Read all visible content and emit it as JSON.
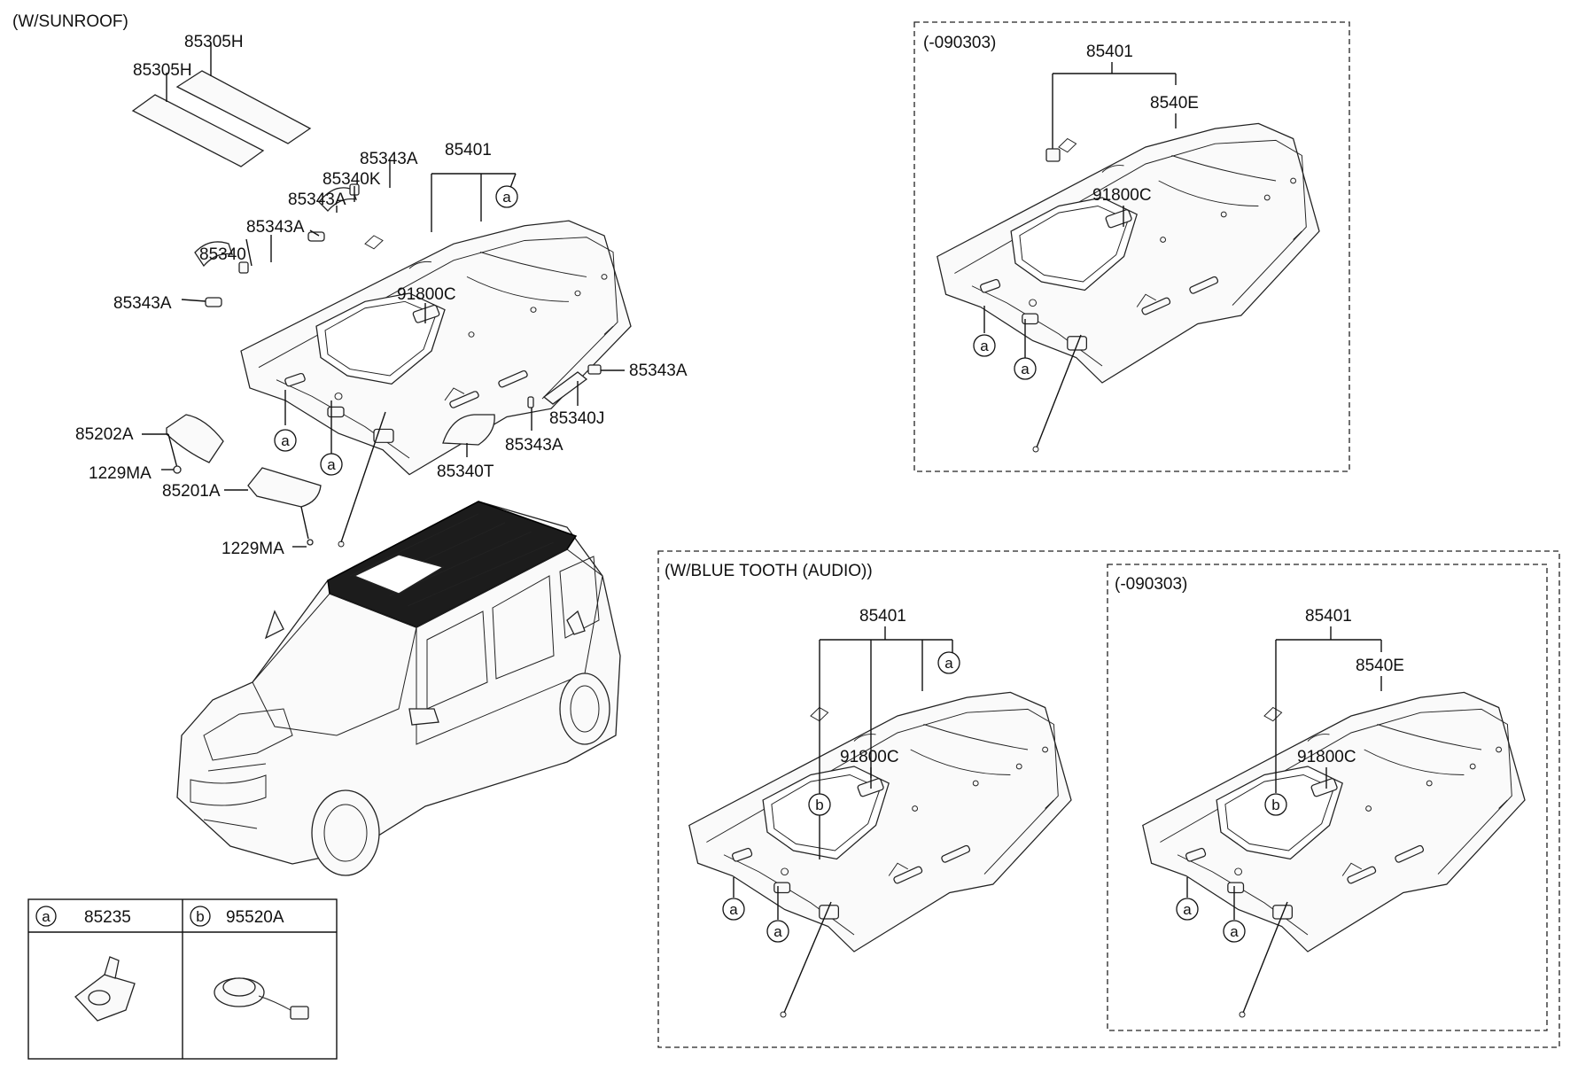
{
  "sections": {
    "sunroof": "(W/SUNROOF)",
    "top_right_variant": "(-090303)",
    "bluetooth": "(W/BLUE TOOTH (AUDIO))",
    "bottom_right_variant": "(-090303)"
  },
  "labels": {
    "sunroof_pad_1": "85305H",
    "sunroof_pad_2": "85305H",
    "handle_cap_1": "85343A",
    "handle_rear": "85340K",
    "handle_cap_2": "85343A",
    "handle_cap_3": "85343A",
    "handle_front": "85340",
    "handle_cap_4": "85343A",
    "headliner": "85401",
    "wiring": "91800C",
    "handle_cap_5": "85343A",
    "handle_right": "85340J",
    "handle_cap_6": "85343A",
    "room_lamp": "85340T",
    "visor_rh": "85202A",
    "visor_screw_1": "1229MA",
    "visor_lh": "85201A",
    "visor_screw_2": "1229MA",
    "tr_headliner": "85401",
    "tr_pad": "8540E",
    "tr_wiring": "91800C",
    "bl_headliner": "85401",
    "bl_wiring": "91800C",
    "br_headliner": "85401",
    "br_pad": "8540E",
    "br_wiring": "91800C"
  },
  "callouts": {
    "a": "a",
    "b": "b"
  },
  "legend": {
    "a": {
      "letter": "a",
      "part": "85235"
    },
    "b": {
      "letter": "b",
      "part": "95520A"
    }
  }
}
